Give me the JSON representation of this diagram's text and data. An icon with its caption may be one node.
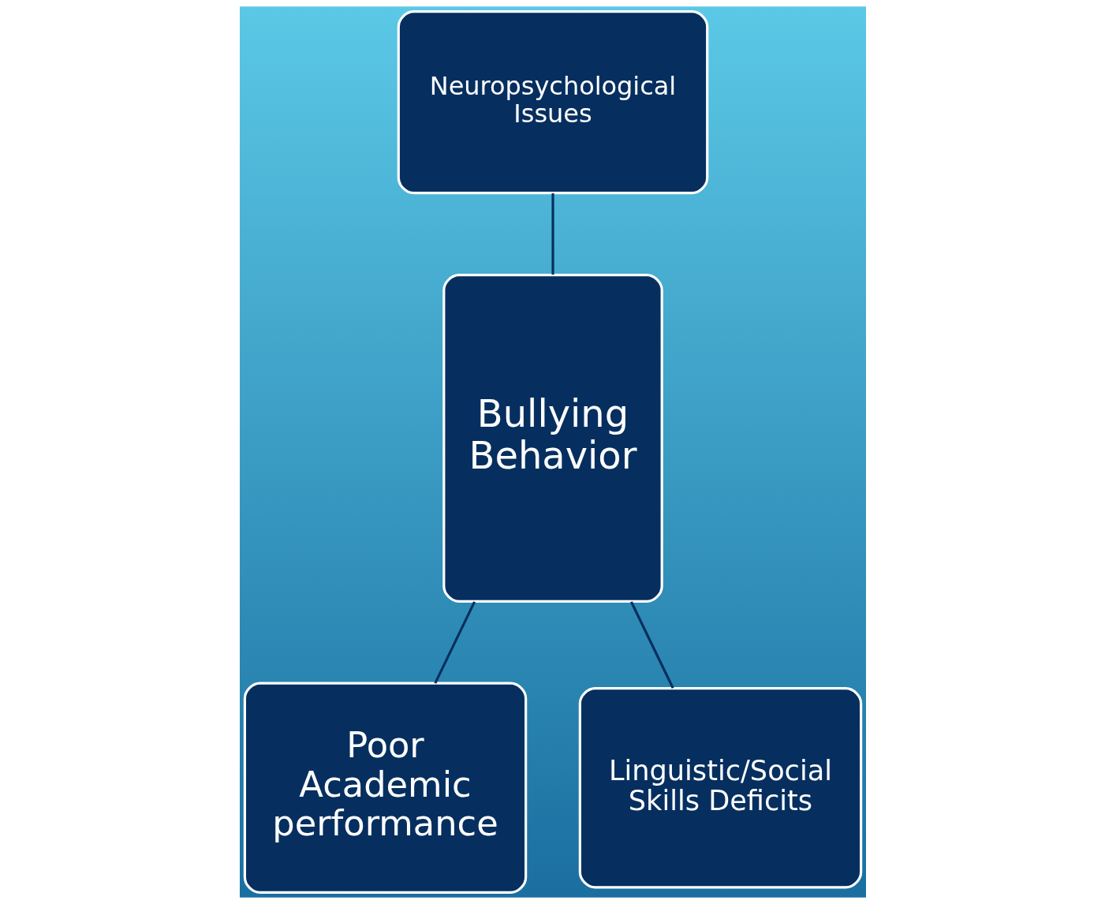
{
  "diagram": {
    "nodes": [
      {
        "text": [
          "Neuropsychological Issues"
        ]
      },
      {
        "text": [
          "Bullying Behavior"
        ]
      },
      {
        "text": [
          "Poor Academic performance"
        ]
      },
      {
        "text": [
          "Linguistic/Social Skills Deficits"
        ]
      }
    ],
    "edges": [
      {
        "from": 0,
        "to": 1,
        "arrow": "none"
      },
      {
        "from": 1,
        "to": 2,
        "arrow": "none"
      },
      {
        "from": 1,
        "to": 3,
        "arrow": "none"
      }
    ]
  }
}
